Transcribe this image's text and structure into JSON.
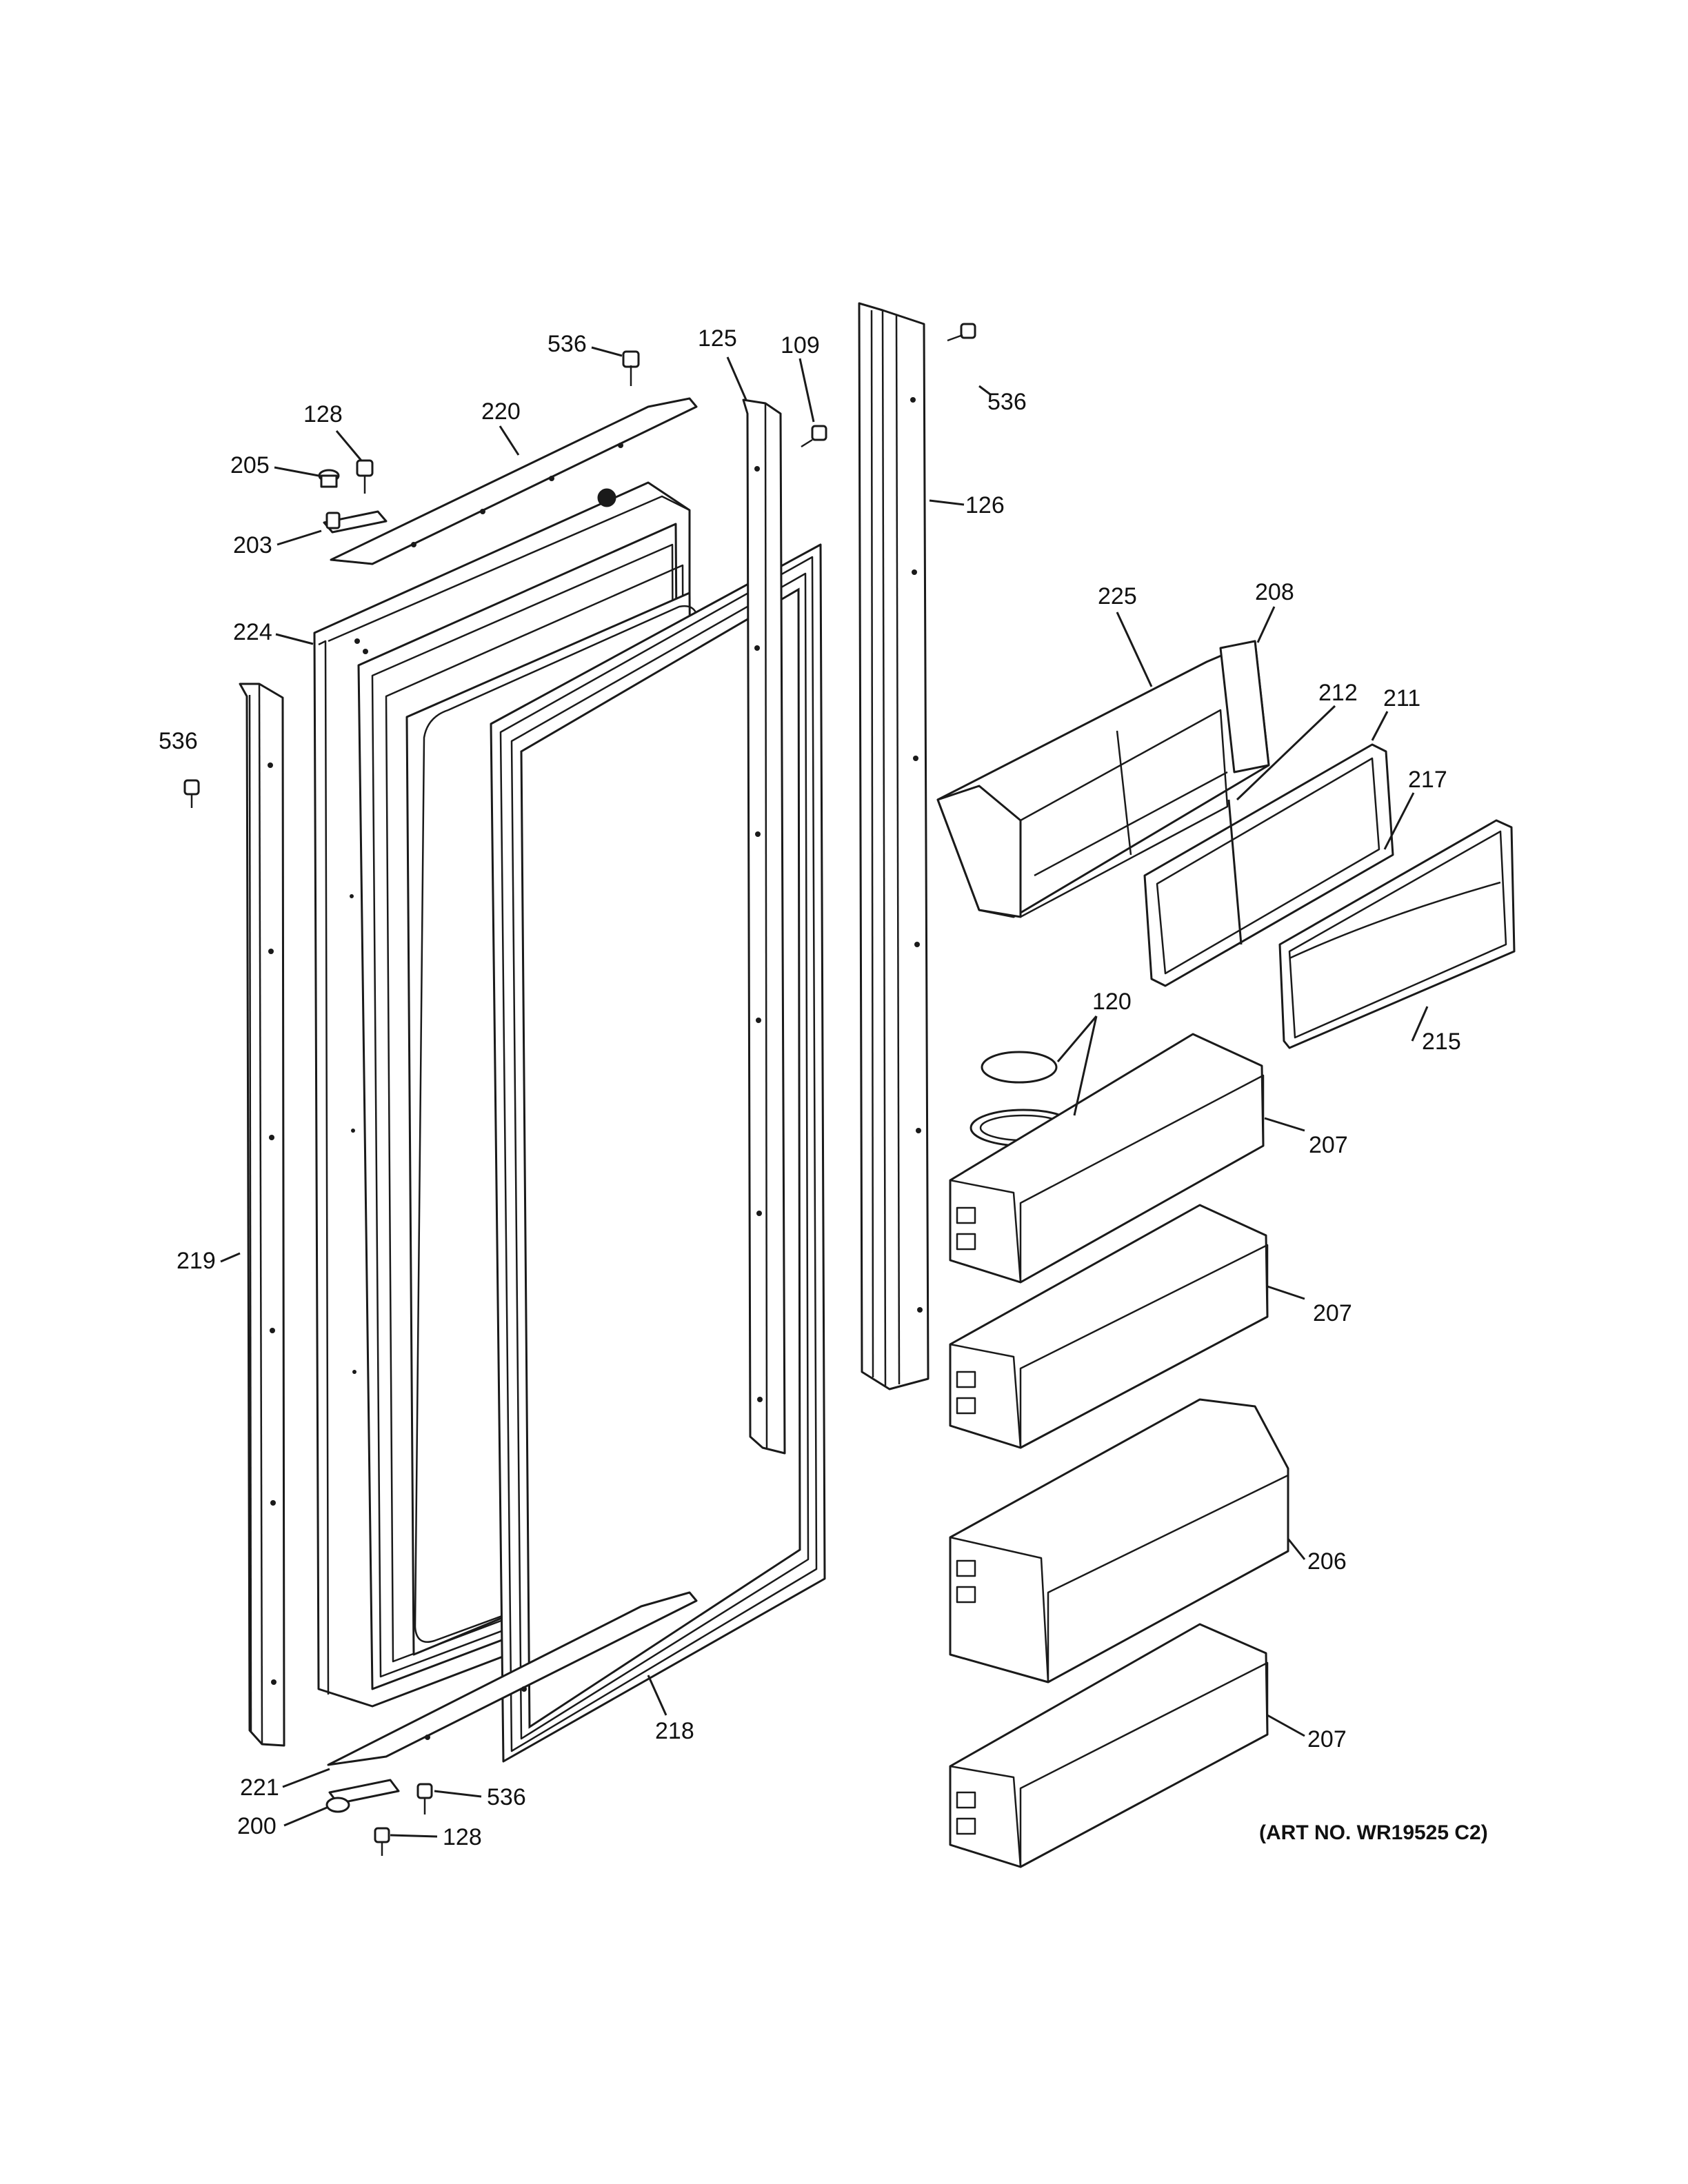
{
  "callouts": [
    {
      "id": "c536a",
      "text": "536"
    },
    {
      "id": "c125",
      "text": "125"
    },
    {
      "id": "c109",
      "text": "109"
    },
    {
      "id": "c536b",
      "text": "536"
    },
    {
      "id": "c128a",
      "text": "128"
    },
    {
      "id": "c220",
      "text": "220"
    },
    {
      "id": "c205",
      "text": "205"
    },
    {
      "id": "c126",
      "text": "126"
    },
    {
      "id": "c203",
      "text": "203"
    },
    {
      "id": "c225",
      "text": "225"
    },
    {
      "id": "c208",
      "text": "208"
    },
    {
      "id": "c224",
      "text": "224"
    },
    {
      "id": "c212",
      "text": "212"
    },
    {
      "id": "c211",
      "text": "211"
    },
    {
      "id": "c536c",
      "text": "536"
    },
    {
      "id": "c217",
      "text": "217"
    },
    {
      "id": "c120",
      "text": "120"
    },
    {
      "id": "c215",
      "text": "215"
    },
    {
      "id": "c207a",
      "text": "207"
    },
    {
      "id": "c219",
      "text": "219"
    },
    {
      "id": "c207b",
      "text": "207"
    },
    {
      "id": "c206",
      "text": "206"
    },
    {
      "id": "c218",
      "text": "218"
    },
    {
      "id": "c207c",
      "text": "207"
    },
    {
      "id": "c221",
      "text": "221"
    },
    {
      "id": "c536d",
      "text": "536"
    },
    {
      "id": "c200",
      "text": "200"
    },
    {
      "id": "c128b",
      "text": "128"
    }
  ],
  "art_number": "(ART NO. WR19525 C2)"
}
